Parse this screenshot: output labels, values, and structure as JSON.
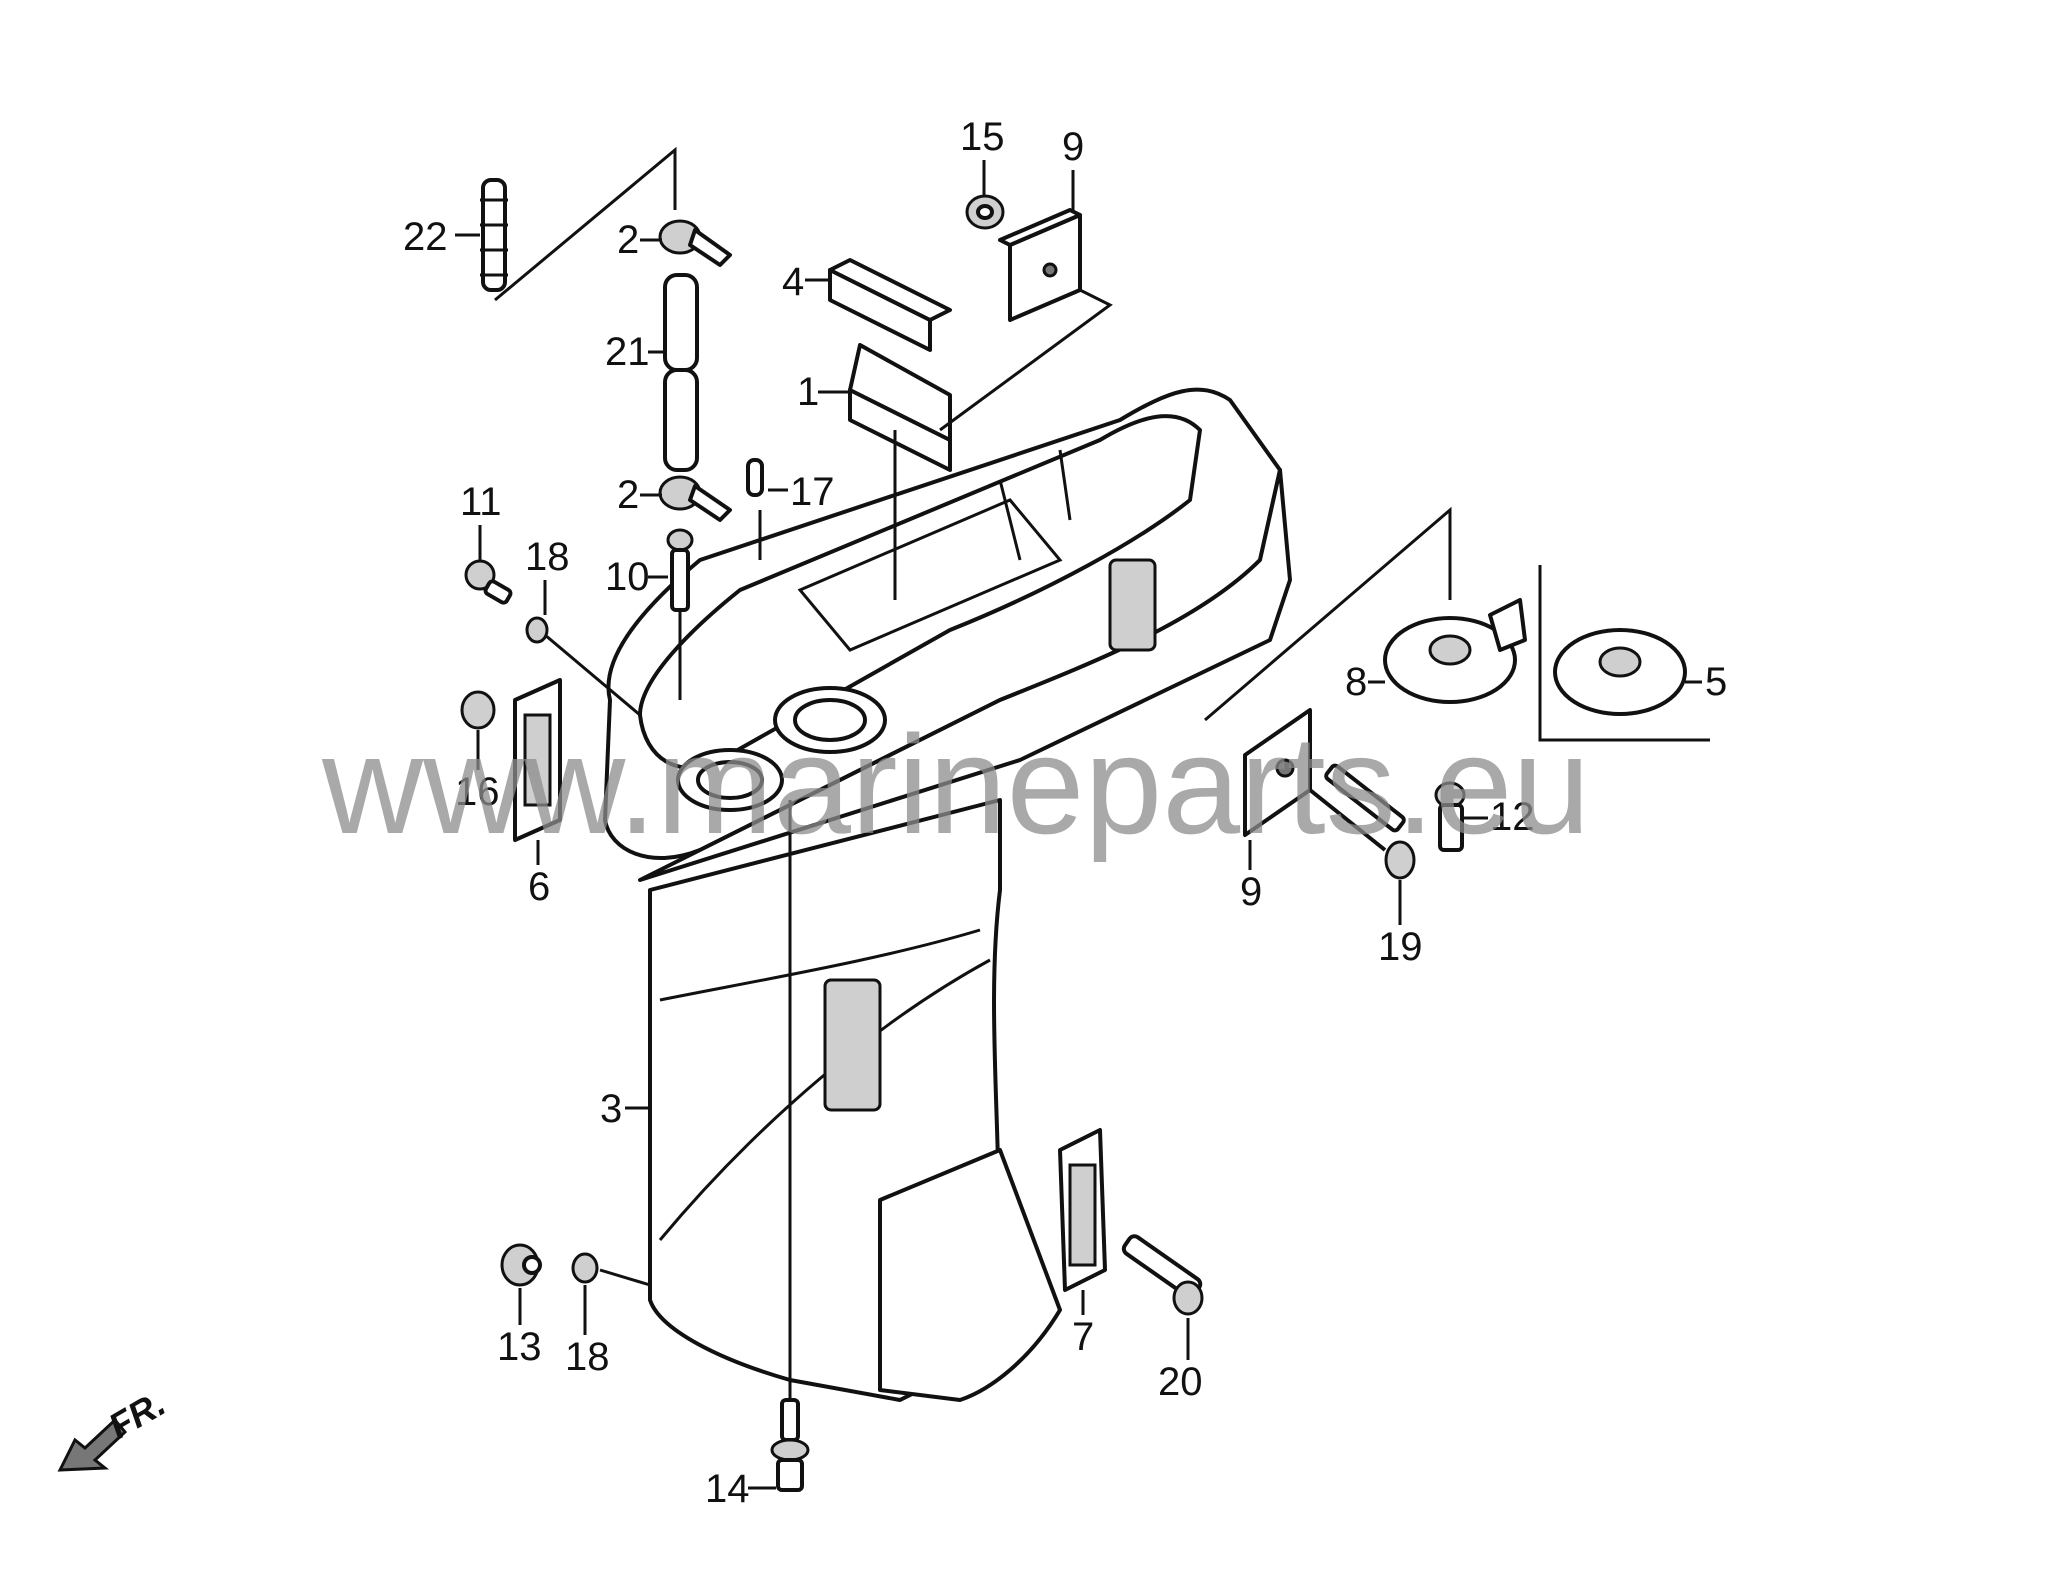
{
  "watermark": "www.marineparts.eu",
  "direction_label": "FR.",
  "callouts": {
    "c22": "22",
    "c2a": "2",
    "c2b": "2",
    "c21": "21",
    "c4": "4",
    "c1": "1",
    "c15": "15",
    "c9a": "9",
    "c9b": "9",
    "c17": "17",
    "c11": "11",
    "c18a": "18",
    "c18b": "18",
    "c10": "10",
    "c16": "16",
    "c6": "6",
    "c8": "8",
    "c5": "5",
    "c12": "12",
    "c19": "19",
    "c3": "3",
    "c13": "13",
    "c7": "7",
    "c20": "20",
    "c14": "14"
  },
  "colors": {
    "line": "#111111",
    "watermark": "#8c8c8c",
    "background": "#ffffff"
  }
}
